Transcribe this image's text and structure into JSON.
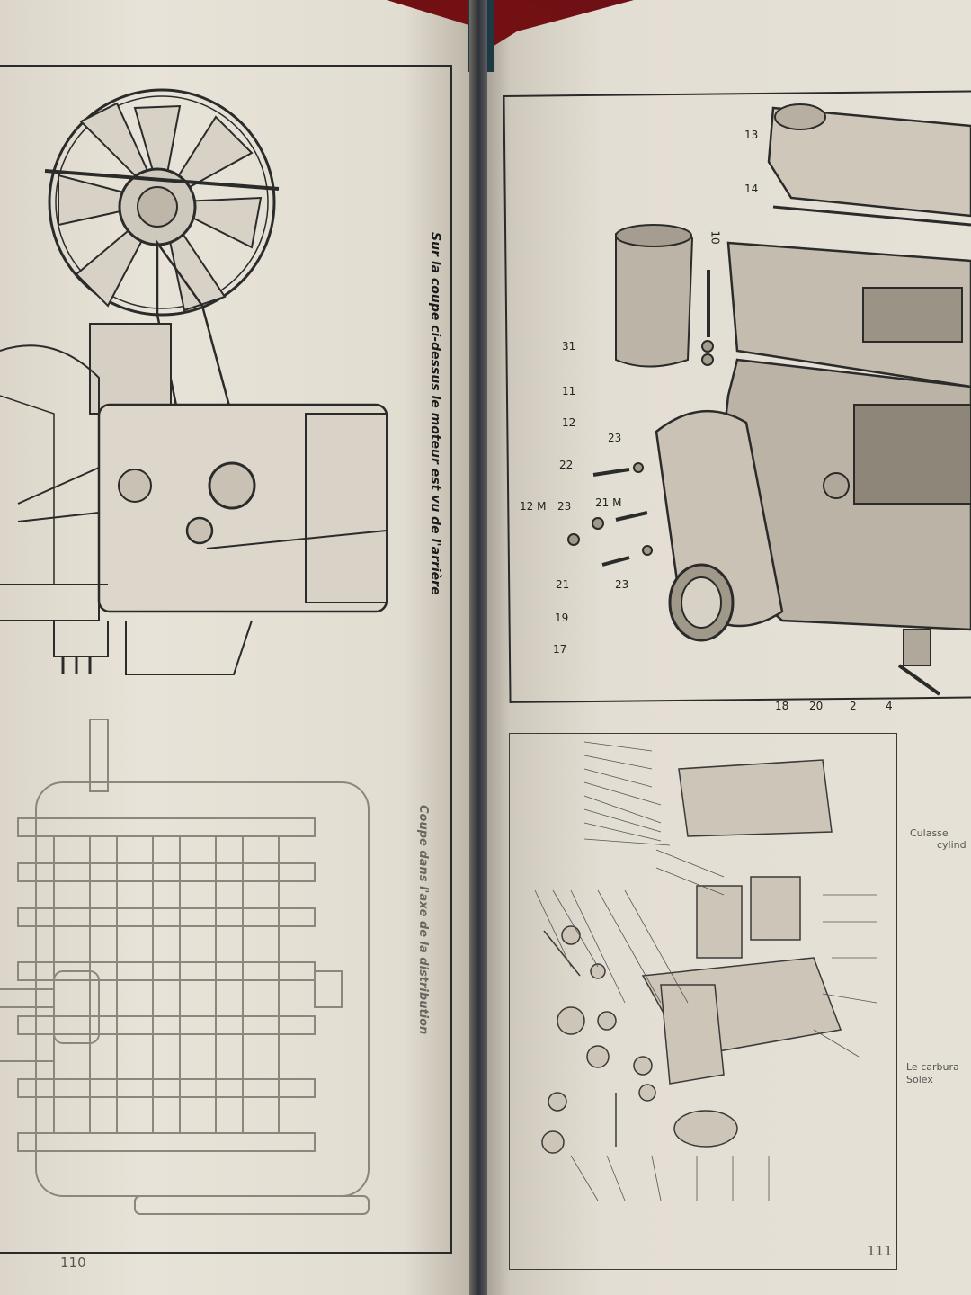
{
  "left_page": {
    "caption_top": "Sur la coupe ci-dessus le moteur est vu de l'arrière",
    "caption_bottom": "Coupe dans l'axe de la distribution",
    "page_number": "110"
  },
  "right_page": {
    "callouts": [
      "13",
      "14",
      "10",
      "31",
      "11",
      "12",
      "23",
      "22",
      "12 M",
      "23",
      "21 M",
      "21",
      "23",
      "19",
      "17",
      "18",
      "20",
      "2",
      "4"
    ],
    "side_text_top_1": "Culasse",
    "side_text_top_2": "cylind",
    "side_text_bottom_1": "Le carbura",
    "side_text_bottom_2": "Solex",
    "page_number": "111"
  },
  "colors": {
    "background": "#5a0c10",
    "paper": "#e6e1d6",
    "ink": "#2b2b2b"
  }
}
